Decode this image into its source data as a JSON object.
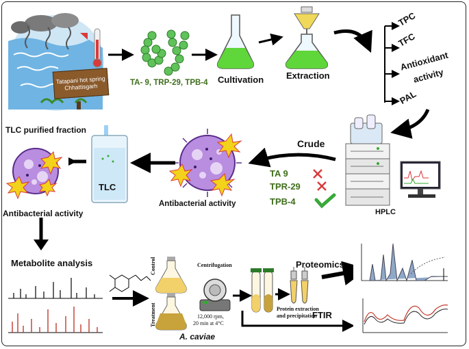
{
  "hot_spring": {
    "line1": "Tatapani hot spring",
    "line2": "Chhattisgarh"
  },
  "strains_label": "TA- 9, TRP-29, TPB-4",
  "cultivation_label": "Cultivation",
  "extraction_label": "Extraction",
  "assays": [
    "TPC",
    "TFC",
    "Antioxidant",
    "activity",
    "PAL"
  ],
  "hplc_label": "HPLC",
  "crude_label": "Crude",
  "crude_strains": [
    {
      "name": "TA 9",
      "result": "cross"
    },
    {
      "name": "TPR-29",
      "result": "cross"
    },
    {
      "name": "TPB-4",
      "result": "check"
    }
  ],
  "antibacterial_mid_label": "Antibacterial activity",
  "tlc_label": "TLC",
  "tlc_fraction_label": "TLC purified fraction",
  "antibacterial_left_label": "Antibacterial activity",
  "metabolite_label": "Metabolite analysis",
  "control_label": "Control",
  "treatment_label": "Treatment",
  "centrifugation_label": "Centrifugation",
  "centrifugation_detail": [
    "12,000 rpm,",
    "20 min at 4°C"
  ],
  "organism_label": "A. caviae",
  "protein_label": [
    "Protein extraction",
    "and precipitation"
  ],
  "proteomics_label": "Proteomics",
  "ftir_label": "FTIR",
  "colors": {
    "green_text": "#3f6e1c",
    "cross": "#d93a3a",
    "check": "#3aa83a",
    "bacteria": "#b98de0",
    "burst": "#f2d21a",
    "liquid_green": "#5fd63a"
  }
}
